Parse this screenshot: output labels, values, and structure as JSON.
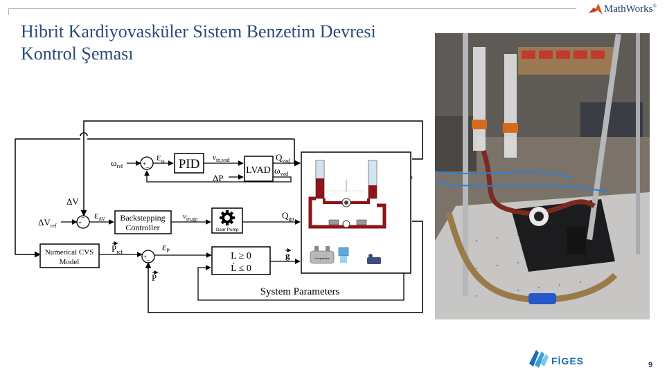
{
  "slide": {
    "title": "Hibrit Kardiyovasküler Sistem Benzetim Devresi Kontrol Şeması",
    "page_number": "9"
  },
  "logos": {
    "mathworks": "MathWorks",
    "figes": "FİGES"
  },
  "diagram": {
    "pid_label": "PID",
    "lvad_label": "LVAD",
    "backstepping_label_1": "Backstepping",
    "backstepping_label_2": "Controller",
    "gear_pump_label": "Gear Pump",
    "cvs_model_label_1": "Numerical CVS",
    "cvs_model_label_2": "Model",
    "constraint_1": "L  ≥  0",
    "constraint_2": "L̇  ≤  0",
    "system_parameters": "System Parameters",
    "sig_omega_ref": "ω",
    "sig_omega_ref_sub": "ref",
    "sig_eps_omega": "ε",
    "sig_eps_omega_sub": "ω",
    "sig_v_in_vad": "v",
    "sig_v_in_vad_sub": "in,vad",
    "sig_delta_p": "ΔP",
    "sig_q_vad": "Q",
    "sig_q_vad_sub": "vad",
    "sig_omega_vad": "ω",
    "sig_omega_vad_sub": "vad",
    "sig_delta_vh": "ΔV",
    "sig_delta_vh_sub": "h",
    "sig_delta_v": "ΔV",
    "sig_delta_v_ref": "ΔV",
    "sig_delta_v_ref_sub": "ref",
    "sig_eps_dv": "ε",
    "sig_eps_dv_sub": "ΔV",
    "sig_v_in_gp": "v",
    "sig_v_in_gp_sub": "in,gp",
    "sig_q_gp": "Q",
    "sig_q_gp_sub": "gp",
    "sig_p_vec": "P",
    "sig_p_ref": "P",
    "sig_p_ref_sub": "ref",
    "sig_eps_p": "ε",
    "sig_eps_p_sub": "P",
    "sig_g": "g",
    "sig_p_feedback": "P",
    "compressor_label": "Compressor"
  },
  "colors": {
    "title": "#2c4a77",
    "fluid": "#8e1418",
    "figes": "#1b6fb5",
    "line": "#000000"
  }
}
